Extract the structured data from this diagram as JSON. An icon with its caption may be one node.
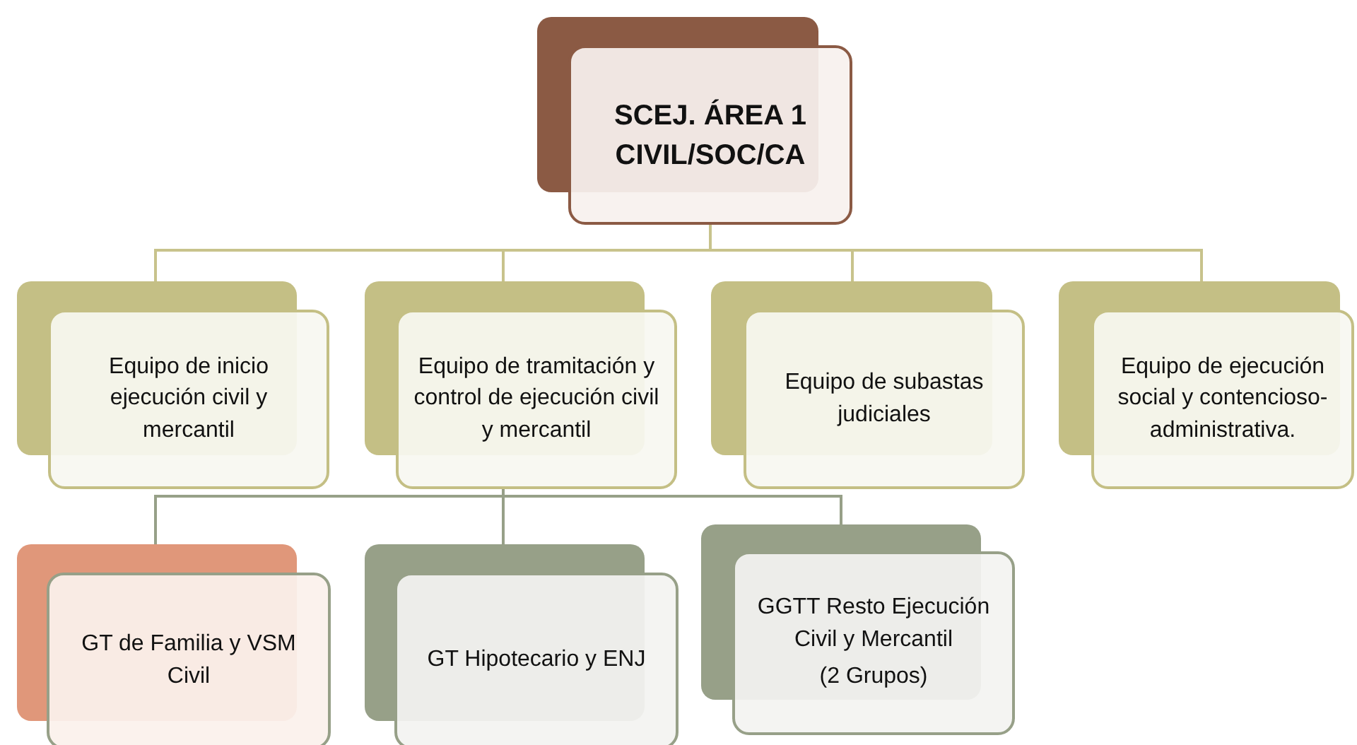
{
  "diagram": {
    "nodes": [
      {
        "text": [
          "SCEJ. ÁREA 1 CIVIL/SOC/CA"
        ]
      },
      {
        "text": [
          "Equipo de inicio ejecución civil y mercantil"
        ]
      },
      {
        "text": [
          "Equipo de tramitación y control de ejecución civil y mercantil"
        ]
      },
      {
        "text": [
          "Equipo de subastas judiciales"
        ]
      },
      {
        "text": [
          "Equipo de ejecución social y contencioso-administrativa."
        ]
      },
      {
        "text": [
          "GT de Familia y VSM Civil"
        ]
      },
      {
        "text": [
          "GT Hipotecario y ENJ"
        ]
      },
      {
        "text": [
          "GGTT Resto Ejecución Civil y Mercantil",
          "(2 Grupos)"
        ]
      }
    ],
    "edges": [
      {
        "from": 0,
        "to": 1,
        "arrow": "none"
      },
      {
        "from": 0,
        "to": 2,
        "arrow": "none"
      },
      {
        "from": 0,
        "to": 3,
        "arrow": "none"
      },
      {
        "from": 0,
        "to": 4,
        "arrow": "none"
      },
      {
        "from": 2,
        "to": 5,
        "arrow": "none",
        "color": "#97a088"
      },
      {
        "from": 2,
        "to": 6,
        "arrow": "none",
        "color": "#97a088"
      },
      {
        "from": 2,
        "to": 7,
        "arrow": "none",
        "color": "#97a088"
      }
    ]
  }
}
